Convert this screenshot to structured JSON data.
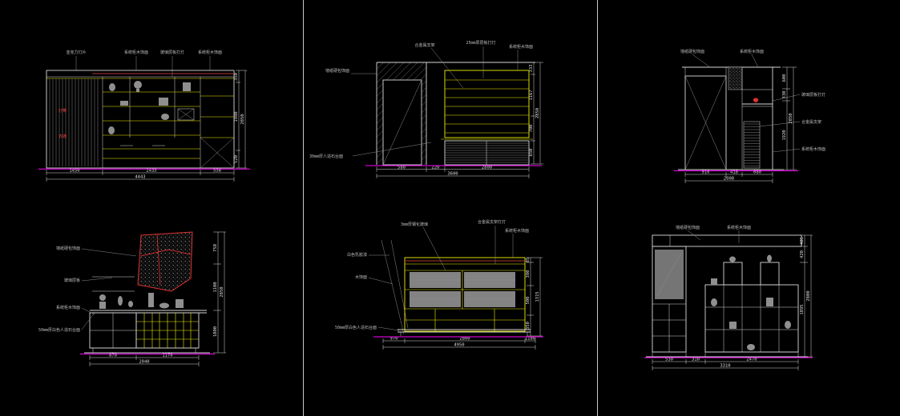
{
  "colors": {
    "background": "#000000",
    "linework": "#d9d9d9",
    "cabinet_accent": "#f0f000",
    "datum": "#ff00ff",
    "highlight": "#ff3030"
  },
  "panels": [
    {
      "labels_top": [
        "亚克力灯片",
        "系统柜木饰面",
        "玻璃层板打灯",
        "系统柜木饰面"
      ],
      "notes_red": [
        "灯带",
        "衣通"
      ],
      "dims_bottom": [
        "1450",
        "2435",
        "558"
      ],
      "dim_total_bottom": "4443",
      "dims_right": [
        "350",
        "1980",
        "520"
      ],
      "dim_total_right": "2850"
    },
    {
      "labels_top": [
        "合金属支架",
        "25mm厚层板打灯",
        "系统柜木饰面"
      ],
      "label_left": "墙纸硬包饰面",
      "label_counter": "30mm厚人造石台面",
      "dims_right": [
        "333",
        "1167",
        "700",
        "650"
      ],
      "dim_total_right": "2850",
      "dims_bottom": [
        "580",
        "220",
        "2800"
      ],
      "dim_total_bottom": "3600"
    },
    {
      "labels_top": [
        "墙纸硬包饰面",
        "系统柜木饰面"
      ],
      "labels_right": [
        "玻璃层板打灯",
        "合金属支架",
        "系统柜木饰面"
      ],
      "dims_right": [
        "600",
        "330",
        "1920"
      ],
      "dim_total_right": "2850",
      "dims_bottom": [
        "910",
        "418",
        "680"
      ],
      "dim_total_bottom": "2008"
    },
    {
      "labels_left": [
        "墙纸硬包饰面",
        "玻璃层板",
        "系统柜木饰面",
        "50mm厚白色人造石台面"
      ],
      "dims_right": [
        "750",
        "1100",
        "1000"
      ],
      "dim_total_right": "2850",
      "dims_bottom": [
        "870",
        "1170"
      ],
      "dim_total_bottom": "2040"
    },
    {
      "labels_top": [
        "3mm厚钢化玻璃",
        "合金属支架打灯",
        "系统柜木饰面"
      ],
      "labels_left": [
        "白色乳胶漆",
        "木饰面"
      ],
      "label_counter": "50mm厚白色人造石台面",
      "dims_right": [
        "85",
        "380",
        "500",
        "350"
      ],
      "dim_total_right": "1315",
      "dims_bottom": [
        "970",
        "2800",
        "1180"
      ],
      "dim_total_bottom": "4950"
    },
    {
      "labels_top": [
        "墙纸硬包饰面",
        "系统柜木饰面"
      ],
      "dims_right": [
        "485",
        "420",
        "1895"
      ],
      "dim_total_right": "2800",
      "dims_bottom": [
        "530",
        "310",
        "2470"
      ],
      "dim_total_bottom": "3310"
    }
  ]
}
